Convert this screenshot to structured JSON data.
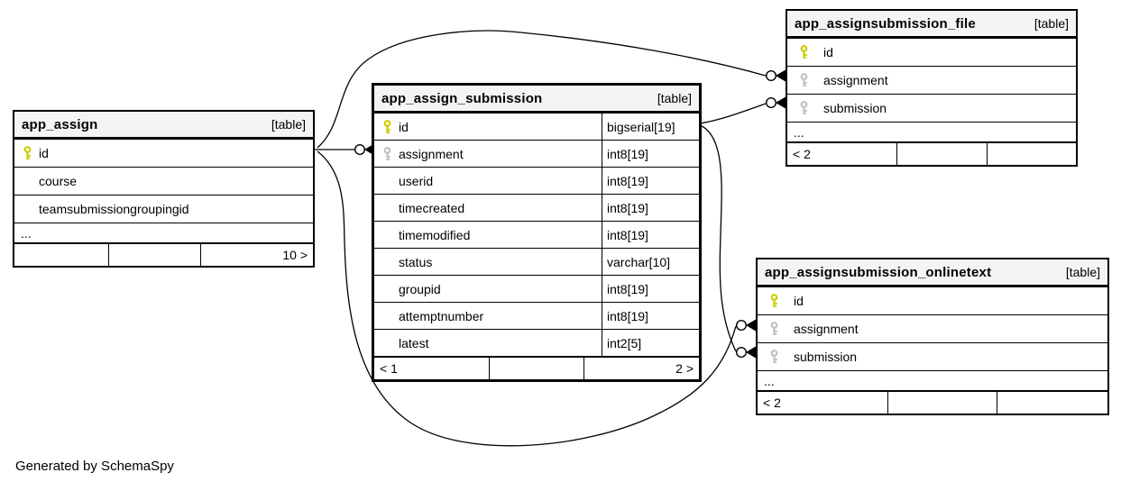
{
  "diagram": {
    "generated_by": "Generated by SchemaSpy",
    "colors": {
      "primary_key_icon": "#cccc00",
      "foreign_key_icon": "#c0c0c0",
      "header_bg": "#f4f4f4",
      "line": "#000000",
      "canvas_bg": "#ffffff"
    },
    "tables": [
      {
        "name": "app_assign",
        "tag": "[table]",
        "columns": [
          {
            "name": "id",
            "key": "pk"
          },
          {
            "name": "course",
            "key": null
          },
          {
            "name": "teamsubmissiongroupingid",
            "key": null
          },
          {
            "name": "...",
            "ellipsis": true
          }
        ],
        "footer": {
          "left": "",
          "mid": "",
          "right": "10 >"
        }
      },
      {
        "name": "app_assign_submission",
        "tag": "[table]",
        "columns": [
          {
            "name": "id",
            "type": "bigserial[19]",
            "key": "pk"
          },
          {
            "name": "assignment",
            "type": "int8[19]",
            "key": "fk"
          },
          {
            "name": "userid",
            "type": "int8[19]",
            "key": null
          },
          {
            "name": "timecreated",
            "type": "int8[19]",
            "key": null
          },
          {
            "name": "timemodified",
            "type": "int8[19]",
            "key": null
          },
          {
            "name": "status",
            "type": "varchar[10]",
            "key": null
          },
          {
            "name": "groupid",
            "type": "int8[19]",
            "key": null
          },
          {
            "name": "attemptnumber",
            "type": "int8[19]",
            "key": null
          },
          {
            "name": "latest",
            "type": "int2[5]",
            "key": null
          }
        ],
        "footer": {
          "left": "< 1",
          "mid": "",
          "right": "2 >"
        }
      },
      {
        "name": "app_assignsubmission_file",
        "tag": "[table]",
        "columns": [
          {
            "name": "id",
            "key": "pk"
          },
          {
            "name": "assignment",
            "key": "fk"
          },
          {
            "name": "submission",
            "key": "fk"
          },
          {
            "name": "...",
            "ellipsis": true
          }
        ],
        "footer": {
          "left": "< 2",
          "mid": "",
          "right": ""
        }
      },
      {
        "name": "app_assignsubmission_onlinetext",
        "tag": "[table]",
        "columns": [
          {
            "name": "id",
            "key": "pk"
          },
          {
            "name": "assignment",
            "key": "fk"
          },
          {
            "name": "submission",
            "key": "fk"
          },
          {
            "name": "...",
            "ellipsis": true
          }
        ],
        "footer": {
          "left": "< 2",
          "mid": "",
          "right": ""
        }
      }
    ],
    "relationships": [
      {
        "from": "app_assign.id",
        "to": "app_assign_submission.assignment"
      },
      {
        "from": "app_assign.id",
        "to": "app_assignsubmission_file.assignment"
      },
      {
        "from": "app_assign.id",
        "to": "app_assignsubmission_onlinetext.assignment"
      },
      {
        "from": "app_assign_submission.id",
        "to": "app_assignsubmission_file.submission"
      },
      {
        "from": "app_assign_submission.id",
        "to": "app_assignsubmission_onlinetext.submission"
      }
    ]
  }
}
